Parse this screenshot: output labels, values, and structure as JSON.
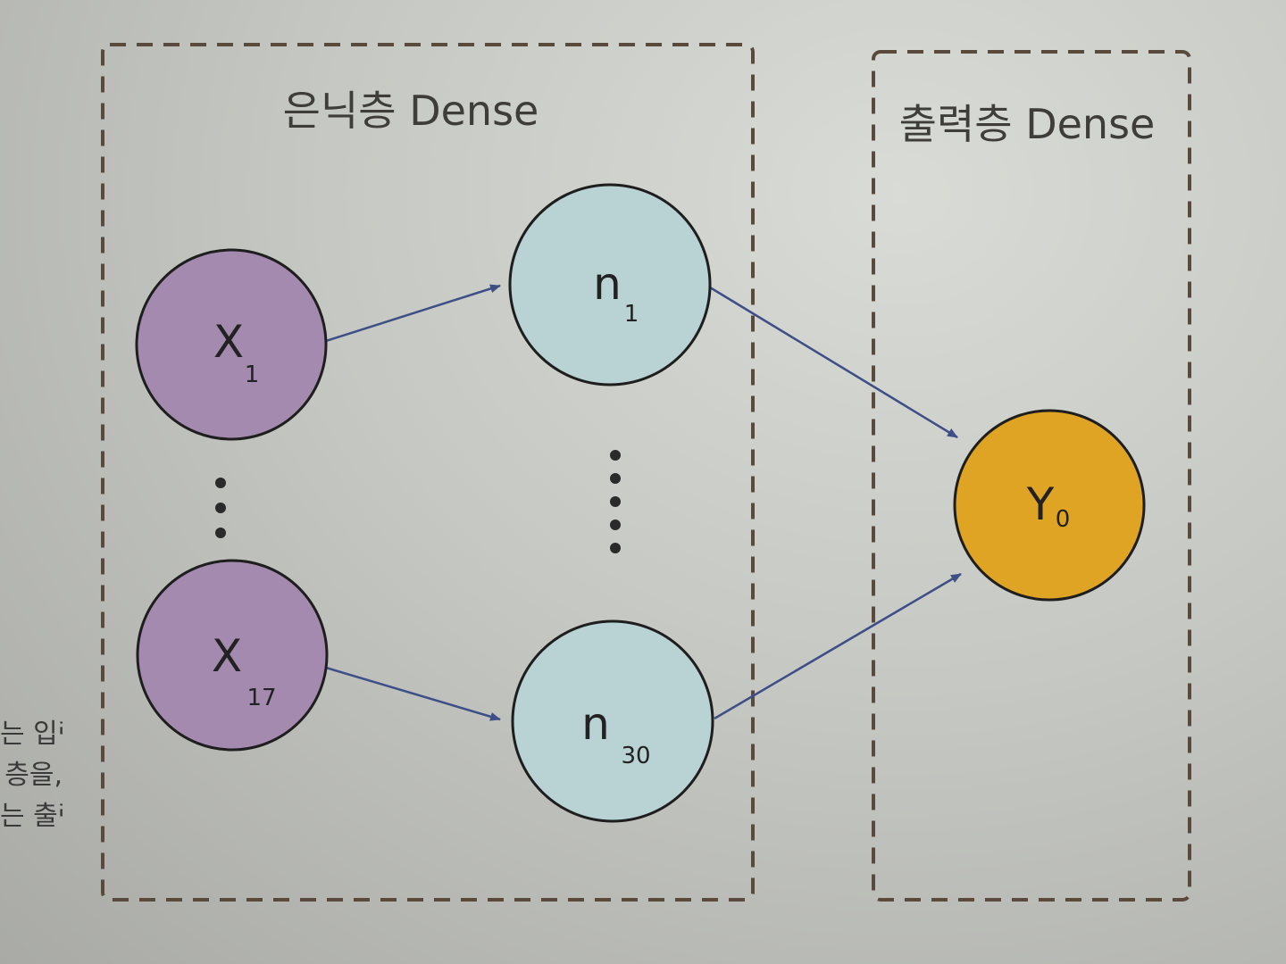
{
  "layers": {
    "hidden_title": "은닉층 Dense",
    "output_title": "출력층 Dense"
  },
  "nodes": {
    "x1": {
      "main": "X",
      "sub": "1"
    },
    "x17": {
      "main": "X",
      "sub": "17"
    },
    "n1": {
      "main": "n",
      "sub": "1"
    },
    "n30": {
      "main": "n",
      "sub": "30"
    },
    "y0": {
      "main": "Y",
      "sub": "0"
    }
  },
  "colors": {
    "input_node": "#a58ab0",
    "hidden_node": "#b9d2d4",
    "output_node": "#e0a424",
    "arrow": "#3d4f86",
    "dashed_border": "#5a4a3c"
  },
  "margin_text": [
    "는 입력",
    "층을,",
    "는 출력"
  ]
}
